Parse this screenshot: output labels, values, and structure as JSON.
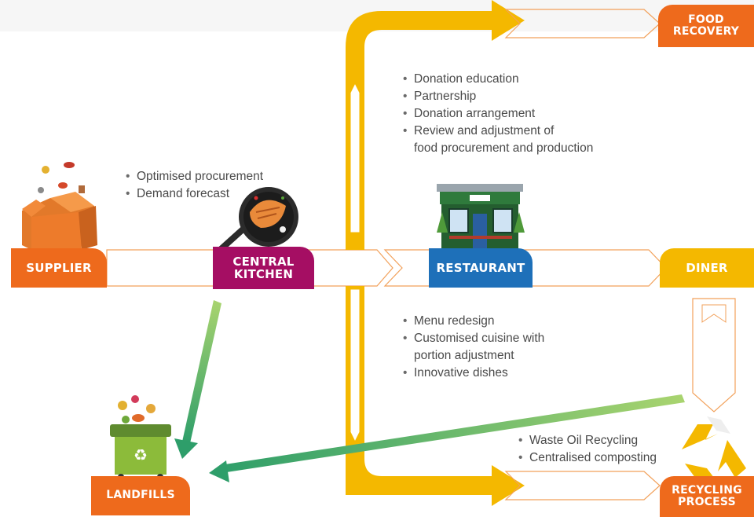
{
  "nodes": {
    "supplier": "SUPPLIER",
    "central_kitchen": [
      "CENTRAL",
      "KITCHEN"
    ],
    "restaurant": "RESTAURANT",
    "diner": "DINER",
    "food_recovery": [
      "FOOD",
      "RECOVERY"
    ],
    "landfills": "LANDFILLS",
    "recycling_process": [
      "RECYCLING",
      "PROCESS"
    ]
  },
  "notes": {
    "kitchen": [
      "Optimised procurement",
      "Demand forecast"
    ],
    "food_recovery": [
      "Donation education",
      "Partnership",
      "Donation arrangement",
      "Review and adjustment of",
      "food procurement and production"
    ],
    "diner": [
      "Menu redesign",
      "Customised cuisine with",
      "portion adjustment",
      "Innovative dishes"
    ],
    "recycling": [
      "Waste Oil Recycling",
      "Centralised composting"
    ]
  },
  "colors": {
    "orange": "#ee6a1c",
    "magenta": "#a50e63",
    "blue": "#1e70b9",
    "yellow": "#f4b800",
    "green": "#2e9e6a",
    "light_green": "#a9d46f"
  },
  "icons": [
    "cardboard-box-icon",
    "frying-pan-icon",
    "storefront-icon",
    "recycle-bin-icon",
    "recycle-symbol-icon"
  ]
}
